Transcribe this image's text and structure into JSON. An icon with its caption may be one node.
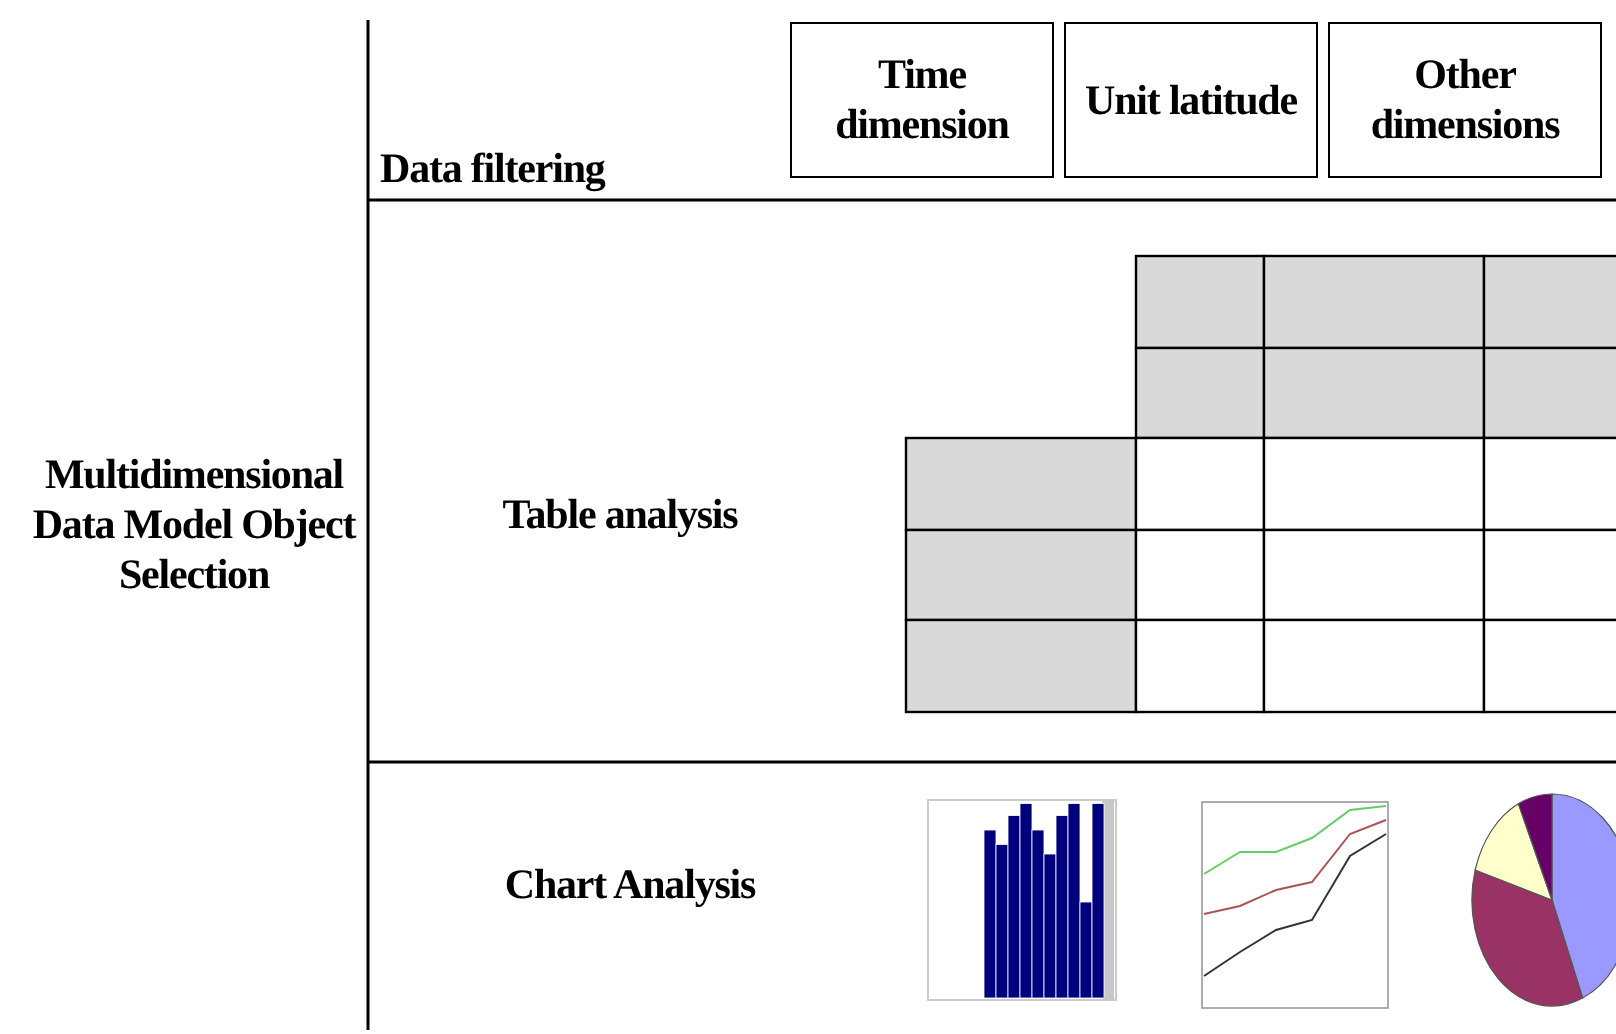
{
  "diagram": {
    "nodes": [
      {
        "text": [
          "Time dimension"
        ]
      },
      {
        "text": [
          "Unit latitude"
        ]
      },
      {
        "text": [
          "Other dimensions"
        ]
      }
    ],
    "labels": [
      "Data filtering",
      "Multidimensional Data Model Object Selection",
      "Table analysis",
      "Chart Analysis"
    ]
  }
}
